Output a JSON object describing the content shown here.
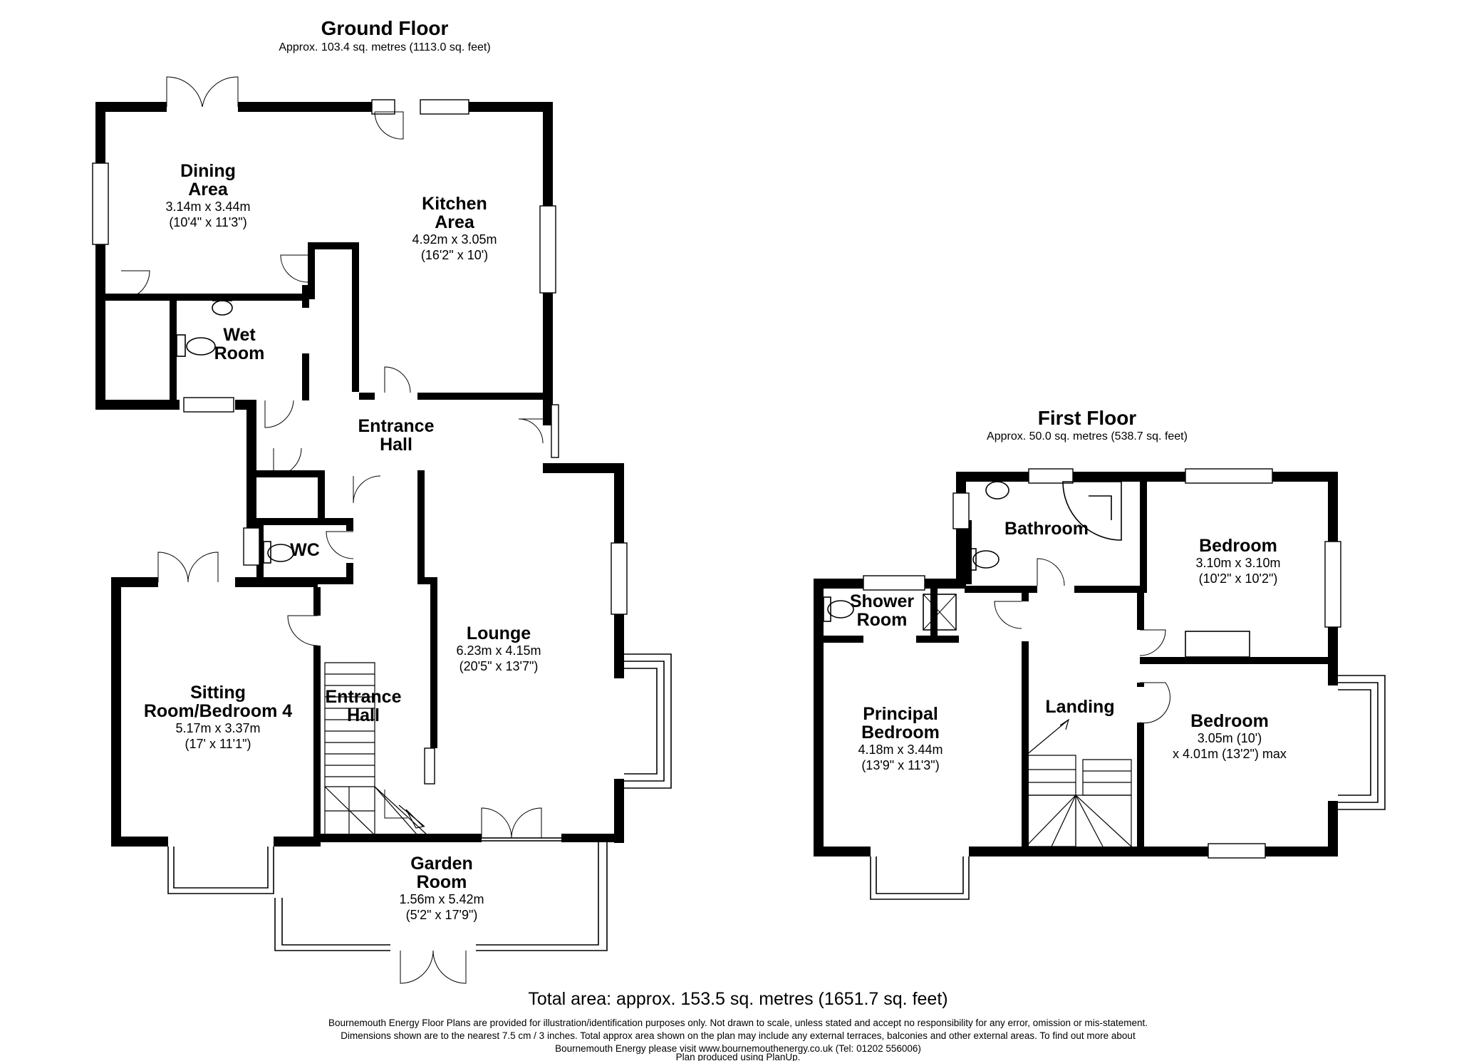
{
  "ground_floor": {
    "title": "Ground Floor",
    "area": "Approx. 103.4 sq. metres (1113.0 sq. feet)",
    "rooms": {
      "dining": {
        "name1": "Dining",
        "name2": "Area",
        "dims": "3.14m x 3.44m",
        "imperial": "(10'4\" x 11'3\")"
      },
      "kitchen": {
        "name1": "Kitchen",
        "name2": "Area",
        "dims": "4.92m x 3.05m",
        "imperial": "(16'2\" x 10')"
      },
      "wet_room": {
        "name1": "Wet",
        "name2": "Room"
      },
      "entrance_hall_upper": {
        "name1": "Entrance",
        "name2": "Hall"
      },
      "wc": {
        "name": "WC"
      },
      "sitting": {
        "name1": "Sitting",
        "name2": "Room/Bedroom 4",
        "dims": "5.17m x 3.37m",
        "imperial": "(17' x 11'1\")"
      },
      "entrance_hall_lower": {
        "name1": "Entrance",
        "name2": "Hall"
      },
      "lounge": {
        "name": "Lounge",
        "dims": "6.23m x 4.15m",
        "imperial": "(20'5\" x 13'7\")"
      },
      "garden_room": {
        "name1": "Garden",
        "name2": "Room",
        "dims": "1.56m x 5.42m",
        "imperial": "(5'2\" x 17'9\")"
      }
    }
  },
  "first_floor": {
    "title": "First Floor",
    "area": "Approx. 50.0 sq. metres (538.7 sq. feet)",
    "rooms": {
      "bathroom": {
        "name": "Bathroom"
      },
      "bedroom_2": {
        "name": "Bedroom",
        "dims": "3.10m x 3.10m",
        "imperial": "(10'2\" x 10'2\")"
      },
      "shower_room": {
        "name1": "Shower",
        "name2": "Room"
      },
      "principal": {
        "name1": "Principal",
        "name2": "Bedroom",
        "dims": "4.18m x 3.44m",
        "imperial": "(13'9\" x 11'3\")"
      },
      "landing": {
        "name": "Landing"
      },
      "bedroom_3": {
        "name": "Bedroom",
        "dims": "3.05m (10')",
        "imperial": "x 4.01m (13'2\") max"
      }
    }
  },
  "total_area": "Total area: approx. 153.5 sq. metres (1651.7 sq. feet)",
  "disclaimer": [
    "Bournemouth Energy Floor Plans are provided for illustration/identification purposes only. Not drawn to scale, unless stated and accept no responsibility for any error, omission or mis-statement.",
    "Dimensions shown are to the nearest 7.5 cm / 3 inches. Total approx area shown on the plan may include any external terraces, balconies and other external areas. To find out more about",
    "Bournemouth Energy please visit www.bournemouthenergy.co.uk (Tel: 01202 556006)",
    "Plan produced using PlanUp."
  ]
}
